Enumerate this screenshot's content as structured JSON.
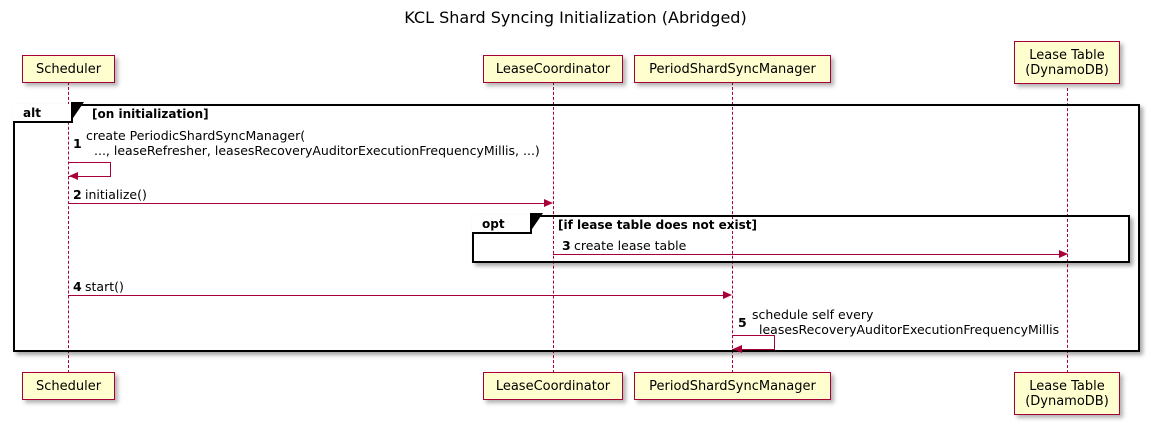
{
  "diagram": {
    "title": "KCL Shard Syncing Initialization (Abridged)",
    "type": "sequence-diagram",
    "colors": {
      "participant_fill": "#FEFECE",
      "participant_border": "#A80036",
      "lifeline": "#A80036",
      "arrow": "#A80036",
      "fragment_border": "#000000",
      "text": "#000000",
      "background": "#FFFFFF"
    }
  },
  "participants": [
    {
      "id": "scheduler",
      "label_line1": "Scheduler",
      "label_line2": ""
    },
    {
      "id": "lease-coordinator",
      "label_line1": "LeaseCoordinator",
      "label_line2": ""
    },
    {
      "id": "period-shard-sync-manager",
      "label_line1": "PeriodShardSyncManager",
      "label_line2": ""
    },
    {
      "id": "lease-table",
      "label_line1": "Lease Table",
      "label_line2": "(DynamoDB)"
    }
  ],
  "fragments": [
    {
      "id": "alt",
      "operator": "alt",
      "condition": "[on initialization]"
    },
    {
      "id": "opt",
      "operator": "opt",
      "condition": "[if lease table does not exist]"
    }
  ],
  "messages": [
    {
      "number": "1",
      "from": "scheduler",
      "to": "scheduler",
      "kind": "self",
      "label_line1": "create PeriodicShardSyncManager(",
      "label_line2": "..., leaseRefresher, leasesRecoveryAuditorExecutionFrequencyMillis, ...)"
    },
    {
      "number": "2",
      "from": "scheduler",
      "to": "lease-coordinator",
      "kind": "sync",
      "label_line1": "initialize()",
      "label_line2": ""
    },
    {
      "number": "3",
      "from": "lease-coordinator",
      "to": "lease-table",
      "kind": "sync",
      "label_line1": "create lease table",
      "label_line2": ""
    },
    {
      "number": "4",
      "from": "scheduler",
      "to": "period-shard-sync-manager",
      "kind": "sync",
      "label_line1": "start()",
      "label_line2": ""
    },
    {
      "number": "5",
      "from": "period-shard-sync-manager",
      "to": "period-shard-sync-manager",
      "kind": "self",
      "label_line1": "schedule self every",
      "label_line2": "leasesRecoveryAuditorExecutionFrequencyMillis"
    }
  ]
}
